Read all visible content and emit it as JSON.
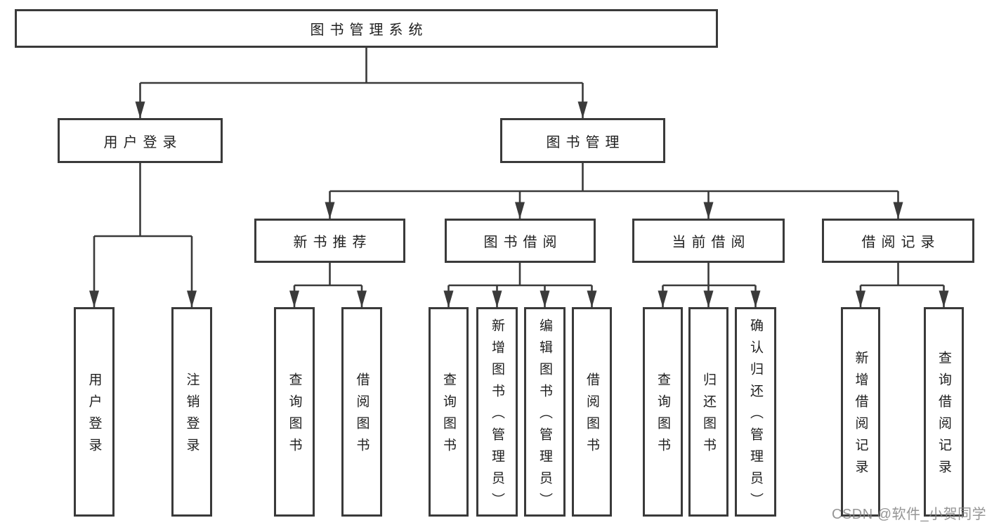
{
  "diagram": {
    "root": {
      "label": "图书管理系统"
    },
    "branches": [
      {
        "label": "用户登录",
        "children": [
          {
            "label": "用户登录"
          },
          {
            "label": "注销登录"
          }
        ]
      },
      {
        "label": "图书管理",
        "sections": [
          {
            "label": "新书推荐",
            "children": [
              {
                "label": "查询图书"
              },
              {
                "label": "借阅图书"
              }
            ]
          },
          {
            "label": "图书借阅",
            "children": [
              {
                "label": "查询图书"
              },
              {
                "label": "新增图书（管理员）"
              },
              {
                "label": "编辑图书（管理员）"
              },
              {
                "label": "借阅图书"
              }
            ]
          },
          {
            "label": "当前借阅",
            "children": [
              {
                "label": "查询图书"
              },
              {
                "label": "归还图书"
              },
              {
                "label": "确认归还（管理员）"
              }
            ]
          },
          {
            "label": "借阅记录",
            "children": [
              {
                "label": "新增借阅记录"
              },
              {
                "label": "查询借阅记录"
              }
            ]
          }
        ]
      }
    ]
  },
  "watermark": {
    "text": "CSDN @软件_小贺同学"
  },
  "colors": {
    "line": "#3a3a3a",
    "box_border": "#3a3a3a",
    "box_fill": "#ffffff",
    "text": "#1f1f1f",
    "watermark": "#828282",
    "background": "#ffffff"
  }
}
